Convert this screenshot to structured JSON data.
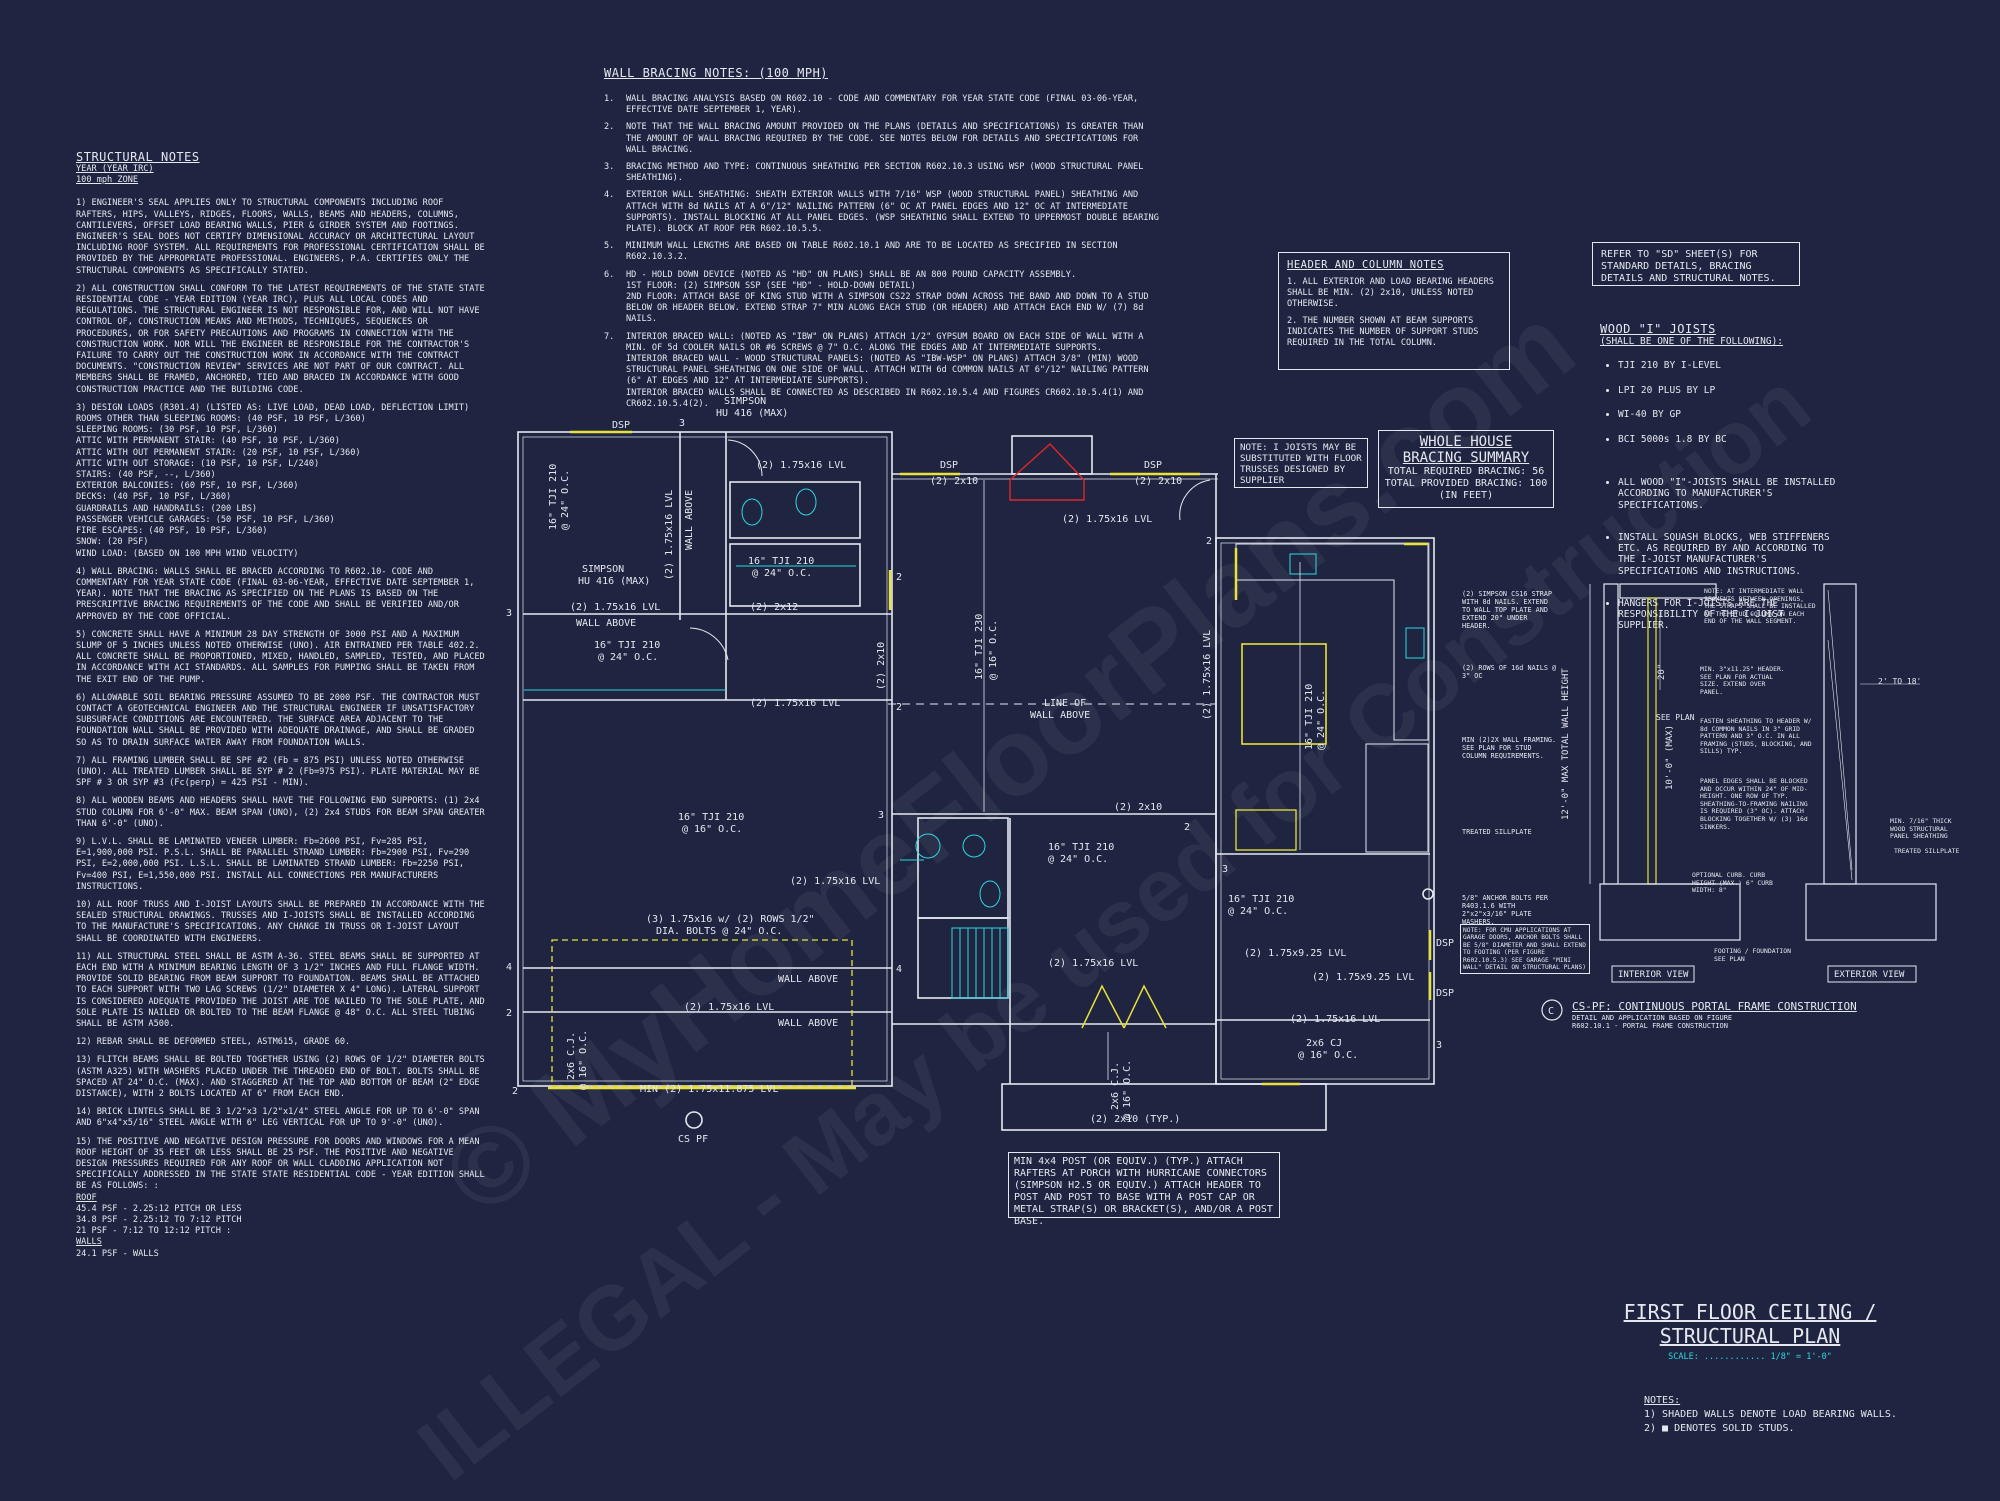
{
  "watermark": {
    "line1": "© MyHomeFloorPlans.com",
    "line2": "ILLEGAL - May be used for Construction"
  },
  "structural_notes": {
    "title": "STRUCTURAL NOTES",
    "sub1": "YEAR (YEAR IRC)",
    "sub2": "100 mph ZONE",
    "n1": "1) ENGINEER'S SEAL APPLIES ONLY TO STRUCTURAL COMPONENTS INCLUDING ROOF RAFTERS, HIPS, VALLEYS, RIDGES, FLOORS, WALLS, BEAMS AND HEADERS, COLUMNS, CANTILEVERS, OFFSET LOAD BEARING WALLS, PIER & GIRDER SYSTEM AND FOOTINGS. ENGINEER'S SEAL DOES NOT CERTIFY DIMENSIONAL ACCURACY OR ARCHITECTURAL LAYOUT INCLUDING ROOF SYSTEM. ALL REQUIREMENTS FOR PROFESSIONAL CERTIFICATION SHALL BE PROVIDED BY THE APPROPRIATE PROFESSIONAL. ENGINEERS, P.A. CERTIFIES ONLY THE STRUCTURAL COMPONENTS AS SPECIFICALLY STATED.",
    "n2": "2) ALL CONSTRUCTION SHALL CONFORM TO THE LATEST REQUIREMENTS OF THE STATE STATE RESIDENTIAL CODE - YEAR EDITION (YEAR IRC), PLUS ALL LOCAL CODES AND REGULATIONS. THE STRUCTURAL ENGINEER IS NOT RESPONSIBLE FOR, AND WILL NOT HAVE CONTROL OF, CONSTRUCTION MEANS AND METHODS, TECHNIQUES, SEQUENCES OR PROCEDURES, OR FOR SAFETY PRECAUTIONS AND PROGRAMS IN CONNECTION WITH THE CONSTRUCTION WORK. NOR WILL THE ENGINEER BE RESPONSIBLE FOR THE CONTRACTOR'S FAILURE TO CARRY OUT THE CONSTRUCTION WORK IN ACCORDANCE WITH THE CONTRACT DOCUMENTS. \"CONSTRUCTION REVIEW\" SERVICES ARE NOT PART OF OUR CONTRACT. ALL MEMBERS SHALL BE FRAMED, ANCHORED, TIED AND BRACED IN ACCORDANCE WITH GOOD CONSTRUCTION PRACTICE AND THE BUILDING CODE.",
    "n3": "3) DESIGN LOADS (R301.4) (LISTED AS: LIVE LOAD, DEAD LOAD, DEFLECTION LIMIT)\nROOMS OTHER THAN SLEEPING ROOMS: (40 PSF, 10 PSF, L/360)\nSLEEPING ROOMS: (30 PSF, 10 PSF, L/360)\nATTIC WITH PERMANENT STAIR: (40 PSF, 10 PSF, L/360)\nATTIC WITH OUT PERMANENT STAIR: (20 PSF, 10 PSF, L/360)\nATTIC WITH OUT STORAGE: (10 PSF, 10 PSF, L/240)\nSTAIRS: (40 PSF, --, L/360)\nEXTERIOR BALCONIES: (60 PSF, 10 PSF, L/360)\nDECKS: (40 PSF, 10 PSF, L/360)\nGUARDRAILS AND HANDRAILS: (200 LBS)\nPASSENGER VEHICLE GARAGES: (50 PSF, 10 PSF, L/360)\nFIRE ESCAPES: (40 PSF, 10 PSF, L/360)\nSNOW: (20 PSF)\nWIND LOAD: (BASED ON 100 MPH WIND VELOCITY)",
    "n4": "4) WALL BRACING: WALLS SHALL BE BRACED ACCORDING TO R602.10- CODE AND COMMENTARY FOR YEAR STATE CODE (FINAL 03-06-YEAR, EFFECTIVE DATE SEPTEMBER 1, YEAR). NOTE THAT THE BRACING AS SPECIFIED ON THE PLANS IS BASED ON THE PRESCRIPTIVE BRACING REQUIREMENTS OF THE CODE AND SHALL BE VERIFIED AND/OR APPROVED BY THE CODE OFFICIAL.",
    "n5": "5) CONCRETE SHALL HAVE A MINIMUM 28 DAY STRENGTH OF 3000 PSI AND A MAXIMUM SLUMP OF 5 INCHES UNLESS NOTED OTHERWISE (UNO). AIR ENTRAINED PER TABLE 402.2. ALL CONCRETE SHALL BE PROPORTIONED, MIXED, HANDLED, SAMPLED, TESTED, AND PLACED IN ACCORDANCE WITH ACI STANDARDS. ALL SAMPLES FOR PUMPING SHALL BE TAKEN FROM THE EXIT END OF THE PUMP.",
    "n6": "6) ALLOWABLE SOIL BEARING PRESSURE ASSUMED TO BE 2000 PSF. THE CONTRACTOR MUST CONTACT A GEOTECHNICAL ENGINEER AND THE STRUCTURAL ENGINEER IF UNSATISFACTORY SUBSURFACE CONDITIONS ARE ENCOUNTERED. THE SURFACE AREA ADJACENT TO THE FOUNDATION WALL SHALL BE PROVIDED WITH ADEQUATE DRAINAGE, AND SHALL BE GRADED SO AS TO DRAIN SURFACE WATER AWAY FROM FOUNDATION WALLS.",
    "n7": "7) ALL FRAMING LUMBER SHALL BE SPF #2 (Fb = 875 PSI) UNLESS NOTED OTHERWISE (UNO). ALL TREATED LUMBER SHALL BE SYP # 2 (Fb=975 PSI). PLATE MATERIAL MAY BE SPF # 3 OR SYP #3 (Fc(perp) = 425 PSI - MIN).",
    "n8": "8) ALL WOODEN BEAMS AND HEADERS SHALL HAVE THE FOLLOWING END SUPPORTS: (1) 2x4 STUD COLUMN FOR 6'-0\" MAX. BEAM SPAN (UNO), (2) 2x4 STUDS FOR BEAM SPAN GREATER THAN 6'-0\" (UNO).",
    "n9": "9) L.V.L. SHALL BE LAMINATED VENEER LUMBER: Fb=2600 PSI, Fv=285 PSI, E=1,900,000 PSI. P.S.L. SHALL BE PARALLEL STRAND LUMBER: Fb=2900 PSI, Fv=290 PSI, E=2,000,000 PSI. L.S.L. SHALL BE LAMINATED STRAND LUMBER: Fb=2250 PSI, Fv=400 PSI, E=1,550,000 PSI. INSTALL ALL CONNECTIONS PER MANUFACTURERS INSTRUCTIONS.",
    "n10": "10) ALL ROOF TRUSS AND I-JOIST LAYOUTS SHALL BE PREPARED IN ACCORDANCE WITH THE SEALED STRUCTURAL DRAWINGS. TRUSSES AND I-JOISTS SHALL BE INSTALLED ACCORDING TO THE MANUFACTURE'S SPECIFICATIONS. ANY CHANGE IN TRUSS OR I-JOIST LAYOUT SHALL BE COORDINATED WITH ENGINEERS.",
    "n11": "11) ALL STRUCTURAL STEEL SHALL BE ASTM A-36. STEEL BEAMS SHALL BE SUPPORTED AT EACH END WITH A MINIMUM BEARING LENGTH OF 3 1/2\" INCHES AND FULL FLANGE WIDTH. PROVIDE SOLID BEARING FROM BEAM SUPPORT TO FOUNDATION. BEAMS SHALL BE ATTACHED TO EACH SUPPORT WITH TWO LAG SCREWS (1/2\" DIAMETER X 4\" LONG). LATERAL SUPPORT IS CONSIDERED ADEQUATE PROVIDED THE JOIST ARE TOE NAILED TO THE SOLE PLATE, AND SOLE PLATE IS NAILED OR BOLTED TO THE BEAM FLANGE @ 48\" O.C. ALL STEEL TUBING SHALL BE ASTM A500.",
    "n12": "12) REBAR SHALL BE DEFORMED STEEL, ASTM615, GRADE 60.",
    "n13": "13) FLITCH BEAMS SHALL BE BOLTED TOGETHER USING (2) ROWS OF 1/2\" DIAMETER BOLTS (ASTM A325) WITH WASHERS PLACED UNDER THE THREADED END OF BOLT. BOLTS SHALL BE SPACED AT 24\" O.C. (MAX). AND STAGGERED AT THE TOP AND BOTTOM OF BEAM (2\" EDGE DISTANCE), WITH 2 BOLTS LOCATED AT 6\" FROM EACH END.",
    "n14": "14) BRICK LINTELS SHALL BE 3 1/2\"x3 1/2\"x1/4\" STEEL ANGLE FOR UP TO 6'-0\" SPAN AND 6\"x4\"x5/16\" STEEL ANGLE WITH 6\" LEG VERTICAL FOR UP TO 9'-0\" (UNO).",
    "n15": "15) THE POSITIVE AND NEGATIVE DESIGN PRESSURE FOR DOORS AND WINDOWS FOR A MEAN ROOF HEIGHT OF 35 FEET OR LESS SHALL BE 25 PSF. THE POSITIVE AND NEGATIVE DESIGN PRESSURES REQUIRED FOR ANY ROOF OR WALL CLADDING APPLICATION NOT SPECIFICALLY ADDRESSED IN THE STATE STATE RESIDENTIAL CODE - YEAR EDITION SHALL BE AS FOLLOWS: :",
    "roof": "ROOF",
    "roof_lines": "45.4 PSF - 2.25:12 PITCH OR LESS\n34.8 PSF - 2.25:12 TO 7:12 PITCH\n21 PSF - 7:12 TO 12:12 PITCH :",
    "walls": "WALLS",
    "walls_lines": "24.1 PSF - WALLS"
  },
  "wall_bracing": {
    "title": "WALL BRACING NOTES: (100 MPH)",
    "items": [
      {
        "n": "1.",
        "t": "WALL BRACING ANALYSIS BASED ON R602.10 - CODE AND COMMENTARY FOR YEAR STATE CODE (FINAL 03-06-YEAR, EFFECTIVE DATE SEPTEMBER 1, YEAR)."
      },
      {
        "n": "2.",
        "t": "NOTE THAT THE WALL BRACING AMOUNT PROVIDED ON THE PLANS (DETAILS AND SPECIFICATIONS) IS GREATER THAN THE AMOUNT OF WALL BRACING REQUIRED BY THE CODE. SEE NOTES BELOW FOR DETAILS AND SPECIFICATIONS FOR WALL BRACING."
      },
      {
        "n": "3.",
        "t": "BRACING METHOD AND TYPE: CONTINUOUS SHEATHING PER SECTION R602.10.3 USING WSP (WOOD STRUCTURAL PANEL SHEATHING)."
      },
      {
        "n": "4.",
        "t": "EXTERIOR WALL SHEATHING: SHEATH EXTERIOR WALLS WITH 7/16\" WSP (WOOD STRUCTURAL PANEL) SHEATHING AND ATTACH WITH 8d NAILS AT A 6\"/12\" NAILING PATTERN (6\" OC AT PANEL EDGES AND 12\" OC AT INTERMEDIATE SUPPORTS). INSTALL BLOCKING AT ALL PANEL EDGES. (WSP SHEATHING SHALL EXTEND TO UPPERMOST DOUBLE BEARING PLATE). BLOCK AT ROOF PER R602.10.5.5."
      },
      {
        "n": "5.",
        "t": "MINIMUM WALL LENGTHS ARE BASED ON TABLE R602.10.1 AND ARE TO BE LOCATED AS SPECIFIED IN SECTION R602.10.3.2."
      },
      {
        "n": "6.",
        "t": "HD - HOLD DOWN DEVICE (NOTED AS \"HD\" ON PLANS) SHALL BE AN 800 POUND CAPACITY ASSEMBLY.\n1ST FLOOR: (2) SIMPSON SSP (SEE \"HD\" - HOLD-DOWN DETAIL)\n2ND FLOOR: ATTACH BASE OF KING STUD WITH A SIMPSON CS22 STRAP DOWN ACROSS THE BAND AND DOWN TO A STUD BELOW OR HEADER BELOW. EXTEND STRAP 7\" MIN ALONG EACH STUD (OR HEADER) AND ATTACH EACH END W/ (7) 8d NAILS."
      },
      {
        "n": "7.",
        "t": "INTERIOR BRACED WALL: (NOTED AS \"IBW\" ON PLANS) ATTACH 1/2\" GYPSUM BOARD ON EACH SIDE OF WALL WITH A MIN. OF 5d COOLER NAILS OR #6 SCREWS @ 7\" O.C. ALONG THE EDGES AND AT INTERMEDIATE SUPPORTS.\nINTERIOR BRACED WALL - WOOD STRUCTURAL PANELS: (NOTED AS \"IBW-WSP\" ON PLANS) ATTACH 3/8\" (MIN) WOOD STRUCTURAL PANEL SHEATHING ON ONE SIDE OF WALL. ATTACH WITH 6d COMMON NAILS AT 6\"/12\" NAILING PATTERN (6\" AT EDGES AND 12\" AT INTERMEDIATE SUPPORTS).\nINTERIOR BRACED WALLS SHALL BE CONNECTED AS DESCRIBED IN R602.10.5.4 AND FIGURES CR602.10.5.4(1) AND CR602.10.5.4(2)."
      }
    ]
  },
  "header_column": {
    "title": "HEADER AND COLUMN NOTES",
    "items": [
      "1. ALL EXTERIOR AND LOAD BEARING HEADERS SHALL BE MIN. (2) 2x10, UNLESS NOTED OTHERWISE.",
      "2. THE NUMBER SHOWN AT BEAM SUPPORTS INDICATES THE NUMBER OF SUPPORT STUDS REQUIRED IN THE TOTAL COLUMN."
    ]
  },
  "refer_box": "REFER TO \"SD\" SHEET(S) FOR STANDARD DETAILS, BRACING DETAILS AND STRUCTURAL NOTES.",
  "joists": {
    "title": "WOOD \"I\" JOISTS",
    "sub": "(SHALL BE ONE OF THE FOLLOWING):",
    "list1": [
      "TJI 210 BY I-LEVEL",
      "LPI 20 PLUS BY LP",
      "WI-40 BY GP",
      "BCI 5000s 1.8 BY BC"
    ],
    "list2": [
      "ALL WOOD \"I\"-JOISTS SHALL BE INSTALLED ACCORDING TO MANUFACTURER'S SPECIFICATIONS.",
      "INSTALL SQUASH BLOCKS, WEB STIFFENERS ETC. AS REQUIRED BY AND ACCORDING TO THE I-JOIST MANUFACTURER'S SPECIFICATIONS AND INSTRUCTIONS.",
      "HANGERS FOR I-JOISTS ARE THE RESPONSIBILITY OF THE I-JOIST SUPPLIER."
    ]
  },
  "joist_note": "NOTE: I JOISTS MAY BE SUBSTITUTED WITH FLOOR TRUSSES DESIGNED BY SUPPLIER",
  "bracing_summary": {
    "title1": "WHOLE HOUSE",
    "title2": "BRACING SUMMARY",
    "l1": "TOTAL REQUIRED BRACING: 56",
    "l2": "TOTAL PROVIDED BRACING: 100",
    "l3": "(IN FEET)"
  },
  "porch_note": "MIN 4x4 POST (OR EQUIV.) (TYP.) ATTACH RAFTERS AT PORCH WITH HURRICANE CONNECTORS (SIMPSON H2.5 OR EQUIV.) ATTACH HEADER TO POST AND POST TO BASE WITH A POST CAP OR METAL STRAP(S) OR BRACKET(S), AND/OR A POST BASE.",
  "plan_labels": {
    "dsp": "DSP",
    "simpson": "SIMPSON",
    "hu416": "HU 416 (MAX)",
    "lvl_2_175x16": "(2) 1.75x16 LVL",
    "two_2x10": "(2) 2x10",
    "two_2x12": "(2) 2x12",
    "tji_24": "16\" TJI 210",
    "at24": "@ 24\" O.C.",
    "at16": "@ 16\" O.C.",
    "wall_above": "WALL ABOVE",
    "line_of": "LINE OF",
    "tji_230": "16\" TJI 230",
    "lvl_3": "(3) 1.75x16 w/ (2) ROWS 1/2\"",
    "dia_bolts": "DIA. BOLTS @ 24\" O.C.",
    "lvl_925": "(2) 1.75x9.25 LVL",
    "min_lvl": "MIN (2) 1.75x11.875 LVL",
    "cj": "2x6 C.J.",
    "cj2": "2x6 CJ",
    "typ": "(2) 2x10 (TYP.)",
    "cspf": "CS PF",
    "n2": "2",
    "n3": "3",
    "n4": "4"
  },
  "details": {
    "strap": "(2) SIMPSON CS16 STRAP WITH 8d NAILS. EXTEND TO WALL TOP PLATE AND EXTEND 20\" UNDER HEADER.",
    "rows16d": "(2) ROWS OF 16d NAILS @ 3\" OC",
    "min2x": "MIN (2)2X WALL FRAMING. SEE PLAN FOR STUD COLUMN REQUIREMENTS.",
    "treated": "TREATED SILLPLATE",
    "anchor": "5/8\" ANCHOR BOLTS PER R403.1.6 WITH 2\"x2\"x3/16\" PLATE WASHERS.",
    "garage": "NOTE: FOR CMU APPLICATIONS AT GARAGE DOORS, ANCHOR BOLTS SHALL BE 5/8\" DIAMETER AND SHALL EXTEND TO FOOTING (PER FIGURE R602.10.5.3) SEE GARAGE \"MINI WALL\" DETAIL ON STRUCTURAL PLANS)",
    "note_int": "NOTE: AT INTERMEDIATE WALL SEGMENTS BETWEEN OPENINGS, THE STRAPS SHALL BE INSTALLED AT THE STUD COLUMN ON EACH END OF THE WALL SEGMENT.",
    "min3x": "MIN. 3\"x11.25\" HEADER. SEE PLAN FOR ACTUAL SIZE. EXTEND OVER PANEL.",
    "fasten": "FASTEN SHEATHING TO HEADER W/ 8d COMMON NAILS IN 3\" GRID PATTERN AND 3\" O.C. IN ALL FRAMING (STUDS, BLOCKING, AND SILLS) TYP.",
    "panel": "PANEL EDGES SHALL BE BLOCKED AND OCCUR WITHIN 24\" OF MID-HEIGHT. ONE ROW OF TYP. SHEATHING-TO-FRAMING NAILING IS REQUIRED (3\" OC). ATTACH BLOCKING TOGETHER W/ (3) 16d SINKERS.",
    "optional": "OPTIONAL CURB. CURB HEIGHT (MAX.) 6\" CURB WIDTH: 8\"",
    "footing": "FOOTING / FOUNDATION SEE PLAN",
    "min716": "MIN. 7/16\" THICK WOOD STRUCTURAL PANEL SHEATHING",
    "treated2": "TREATED SILLPLATE",
    "h12": "12'-0\" MAX TOTAL WALL HEIGHT",
    "h10": "10'-0\" (MAX)",
    "h20": "20\"",
    "see_plan": "SEE PLAN",
    "two_to_18": "2' TO 18'",
    "interior_view": "INTERIOR VIEW",
    "exterior_view": "EXTERIOR VIEW",
    "c_mark": "C",
    "cs_title": "CS-PF: CONTINUOUS PORTAL FRAME CONSTRUCTION",
    "cs_sub1": "DETAIL AND APPLICATION BASED ON FIGURE",
    "cs_sub2": "R602.10.1 - PORTAL FRAME CONSTRUCTION"
  },
  "sheet": {
    "title1": "FIRST FLOOR CEILING /",
    "title2": "STRUCTURAL PLAN",
    "scale": "SCALE: ............ 1/8\" = 1'-0\"",
    "notes_title": "NOTES:",
    "note1": "1) SHADED WALLS DENOTE LOAD BEARING WALLS.",
    "note2": "2) ■ DENOTES SOLID STUDS."
  },
  "colors": {
    "background": "#1f2540",
    "line": "#e6e8f0",
    "beam": "#e8e23a",
    "fixture": "#2fd6e0",
    "red": "#e0262a"
  }
}
